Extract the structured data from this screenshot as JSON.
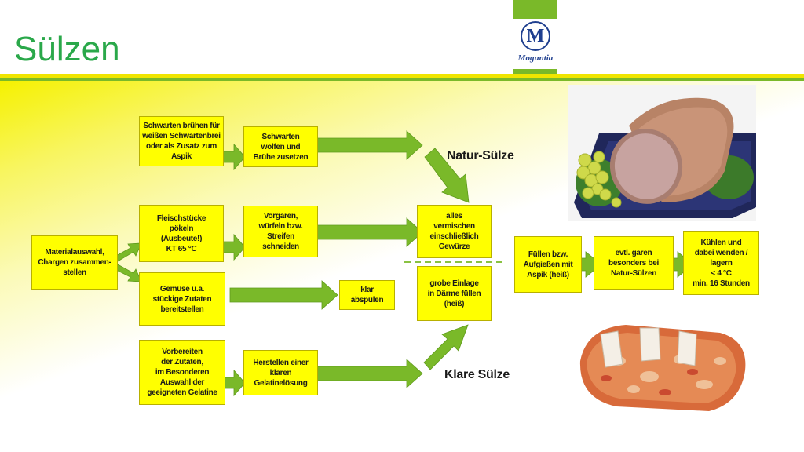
{
  "slide": {
    "title": "Sülzen",
    "logo_text": "Moguntia",
    "logo_monogram": "M"
  },
  "labels": {
    "natur": "Natur-Sülze",
    "klare": "Klare Sülze"
  },
  "boxes": {
    "material": "Materialauswahl,\nChargen zusammen-\nstellen",
    "schwarten_bruehen": "Schwarten brühen für\nweißen Schwartenbrei\noder als Zusatz zum\nAspik",
    "schwarten_wolfen": "Schwarten\nwolfen und\nBrühe zusetzen",
    "fleisch": "Fleischstücke\npökeln\n(Ausbeute!)\nKT 65 °C",
    "vorgaren": "Vorgaren,\nwürfeln bzw.\nStreifen\nschneiden",
    "gemuese": "Gemüse u.a.\nstückige Zutaten\nbereitstellen",
    "klar": "klar\nabspülen",
    "vorbereiten": "Vorbereiten\nder Zutaten,\nim Besonderen\nAuswahl der\ngeeigneten Gelatine",
    "gelatine": "Herstellen einer\nklaren\nGelatinelösung",
    "vermischen": "alles\nvermischen\neinschließlich\nGewürze",
    "einlage": "grobe Einlage\nin Därme füllen\n(heiß)",
    "fuellen": "Füllen bzw.\nAufgießen mit\nAspik (heiß)",
    "garen": "evtl. garen\nbesonders bei\nNatur-Sülzen",
    "kuehlen": "Kühlen und\ndabei wenden /\nlagern\n< 4 °C\nmin. 16 Stunden"
  },
  "colors": {
    "title": "#2aa84a",
    "box_fill": "#ffff00",
    "arrow": "#7ab929",
    "brand_green": "#7ab929",
    "brand_yellow": "#f0e500"
  },
  "icons": {
    "logo": "moguntia-logo-icon",
    "photo_top": "natur-suelze-photo",
    "photo_bottom": "klare-suelze-photo"
  }
}
